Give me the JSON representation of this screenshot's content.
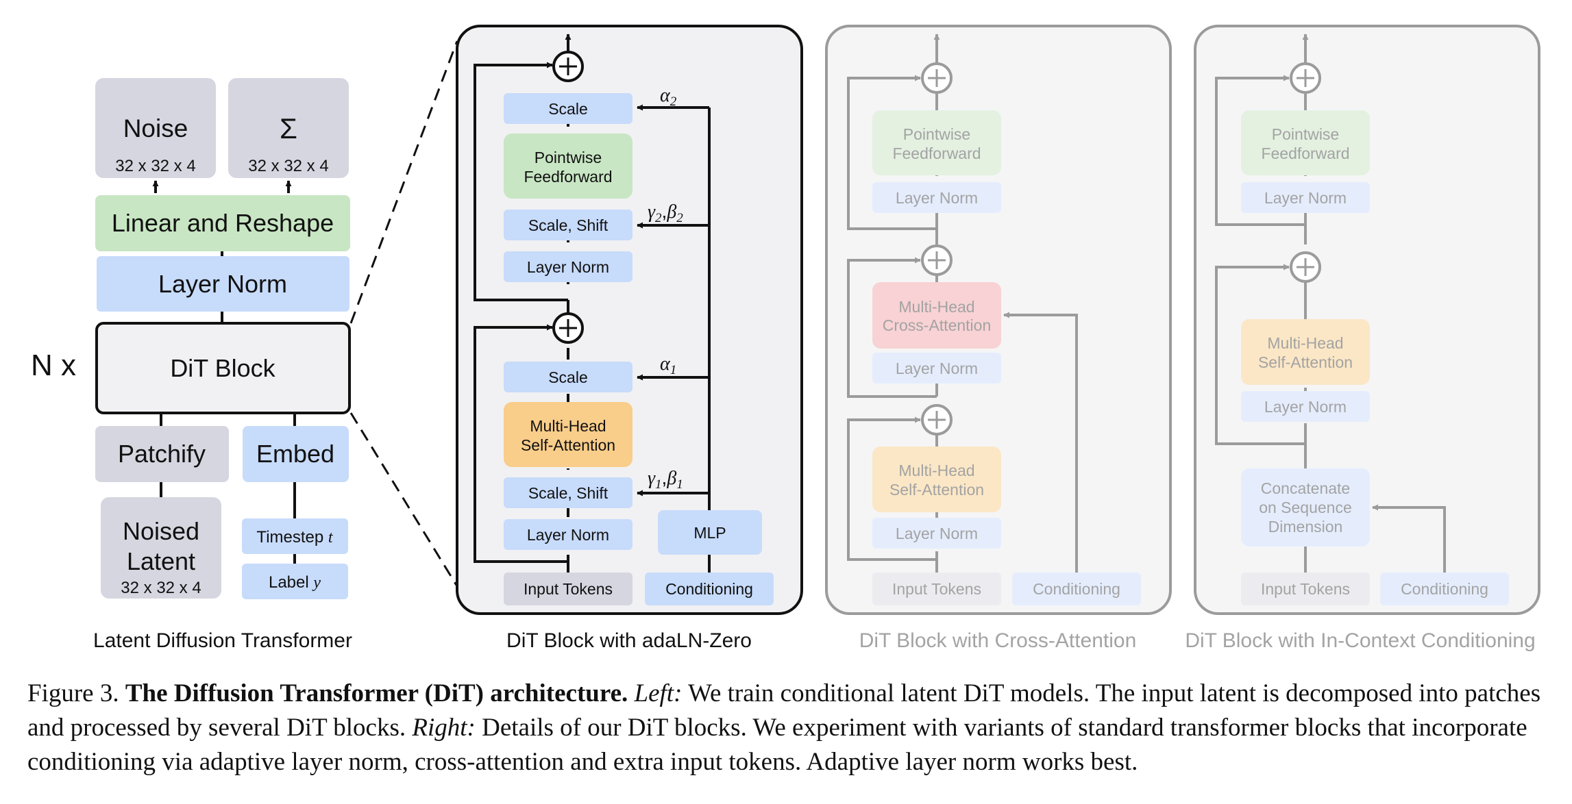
{
  "panels": {
    "left": {
      "title": "Latent Diffusion Transformer",
      "noise": {
        "label": "Noise",
        "dims": "32 x 32 x 4"
      },
      "sigma": {
        "label": "Σ",
        "dims": "32 x 32 x 4"
      },
      "linear_reshape": "Linear and Reshape",
      "layer_norm": "Layer Norm",
      "repeat": "N x",
      "dit_block": "DiT Block",
      "patchify": "Patchify",
      "embed": "Embed",
      "noised_latent": {
        "line1": "Noised",
        "line2": "Latent",
        "dims": "32 x 32 x 4"
      },
      "timestep": {
        "text": "Timestep ",
        "var": "t"
      },
      "label": {
        "text": "Label ",
        "var": "y"
      }
    },
    "adaln": {
      "title": "DiT Block with adaLN-Zero",
      "scale_top": "Scale",
      "ffn_1": "Pointwise",
      "ffn_2": "Feedforward",
      "scale_shift_top": "Scale, Shift",
      "layer_norm_top": "Layer Norm",
      "scale_bottom": "Scale",
      "msa_1": "Multi-Head",
      "msa_2": "Self-Attention",
      "scale_shift_bottom": "Scale, Shift",
      "layer_norm_bottom": "Layer Norm",
      "mlp": "MLP",
      "input_tokens": "Input Tokens",
      "conditioning": "Conditioning",
      "alpha2": {
        "base": "α",
        "sub": "2"
      },
      "gamma2_beta2": {
        "g": "γ",
        "gs": "2",
        "b": "β",
        "bs": "2"
      },
      "alpha1": {
        "base": "α",
        "sub": "1"
      },
      "gamma1_beta1": {
        "g": "γ",
        "gs": "1",
        "b": "β",
        "bs": "1"
      }
    },
    "cross": {
      "title": "DiT Block with Cross-Attention",
      "ffn_1": "Pointwise",
      "ffn_2": "Feedforward",
      "layer_norm_1": "Layer Norm",
      "mhca_1": "Multi-Head",
      "mhca_2": "Cross-Attention",
      "layer_norm_2": "Layer Norm",
      "msa_1": "Multi-Head",
      "msa_2": "Self-Attention",
      "layer_norm_3": "Layer Norm",
      "input_tokens": "Input Tokens",
      "conditioning": "Conditioning"
    },
    "incontext": {
      "title": "DiT Block with In-Context Conditioning",
      "ffn_1": "Pointwise",
      "ffn_2": "Feedforward",
      "layer_norm_1": "Layer Norm",
      "msa_1": "Multi-Head",
      "msa_2": "Self-Attention",
      "layer_norm_2": "Layer Norm",
      "concat_1": "Concatenate",
      "concat_2": "on Sequence",
      "concat_3": "Dimension",
      "input_tokens": "Input Tokens",
      "conditioning": "Conditioning"
    }
  },
  "caption": {
    "figure": "Figure 3. ",
    "title": "The Diffusion Transformer (DiT) architecture.",
    "left_label": "Left:",
    "left_text": " We train conditional latent DiT models. The input latent is decomposed into patches and processed by several DiT blocks. ",
    "right_label": "Right:",
    "right_text": " Details of our DiT blocks. We experiment with variants of standard transformer blocks that incorporate conditioning via adaptive layer norm, cross-attention and extra input tokens. Adaptive layer norm works best."
  },
  "colors": {
    "gray_box": "#d5d6e0",
    "green_box": "#c8e6c3",
    "blue_box": "#c7dbfb",
    "orange_box": "#f9cd8a",
    "pink_box": "#f8d2d4",
    "panel_bg": "#f1f1f3",
    "faded_text": "#a3a3a3"
  }
}
